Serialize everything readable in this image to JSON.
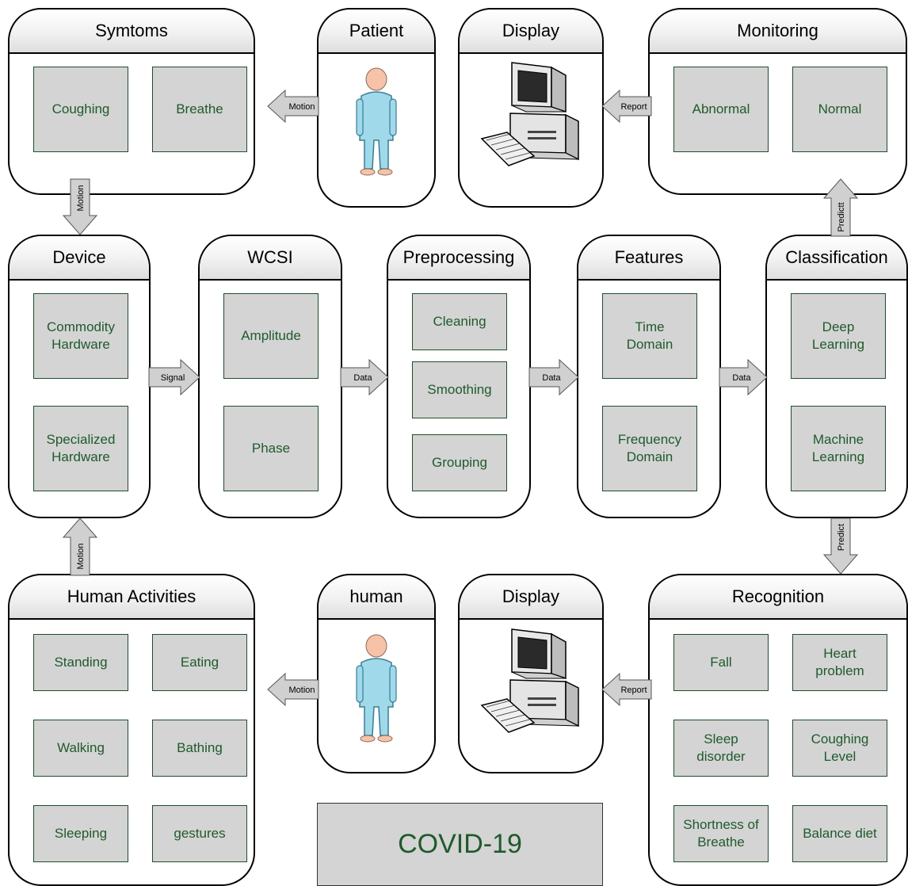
{
  "panels": {
    "symptoms": {
      "title": "Symtoms",
      "items": [
        "Coughing",
        "Breathe"
      ]
    },
    "patient": {
      "title": "Patient"
    },
    "display_top": {
      "title": "Display"
    },
    "monitoring": {
      "title": "Monitoring",
      "items": [
        "Abnormal",
        "Normal"
      ]
    },
    "device": {
      "title": "Device",
      "items": [
        "Commodity\nHardware",
        "Specialized\nHardware"
      ]
    },
    "wcsi": {
      "title": "WCSI",
      "items": [
        "Amplitude",
        "Phase"
      ]
    },
    "preprocessing": {
      "title": "Preprocessing",
      "items": [
        "Cleaning",
        "Smoothing",
        "Grouping"
      ]
    },
    "features": {
      "title": "Features",
      "items": [
        "Time\nDomain",
        "Frequency\nDomain"
      ]
    },
    "classification": {
      "title": "Classification",
      "items": [
        "Deep\nLearning",
        "Machine\nLearning"
      ]
    },
    "human_activities": {
      "title": "Human Activities",
      "items": [
        "Standing",
        "Eating",
        "Walking",
        "Bathing",
        "Sleeping",
        "gestures"
      ]
    },
    "human": {
      "title": "human"
    },
    "display_bottom": {
      "title": "Display"
    },
    "recognition": {
      "title": "Recognition",
      "items": [
        "Fall",
        "Heart\nproblem",
        "Sleep\ndisorder",
        "Coughing\nLevel",
        "Shortness of\nBreathe",
        "Balance diet"
      ]
    }
  },
  "arrows": {
    "motion_top": "Motion",
    "report_top": "Report",
    "motion_symptoms_device": "Motion",
    "predict_up": "Predictt",
    "signal": "Signal",
    "data_1": "Data",
    "data_2": "Data",
    "data_3": "Data",
    "motion_activities_device": "Motion",
    "predict_down": "Predict",
    "motion_bottom": "Motion",
    "report_bottom": "Report"
  },
  "covid_label": "COVID-19",
  "icons": {
    "person": "person-icon",
    "computer": "computer-icon"
  }
}
